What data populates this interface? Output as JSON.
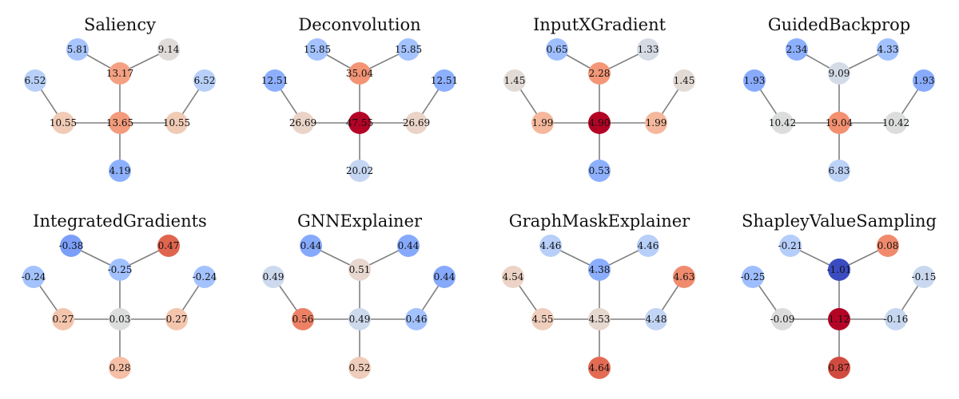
{
  "figure": {
    "panels": [
      {
        "title": "Saliency",
        "nodes": [
          {
            "label": "5.81",
            "color": "#a7c4fd"
          },
          {
            "label": "9.14",
            "color": "#dedbd9"
          },
          {
            "label": "6.52",
            "color": "#b8d0f9"
          },
          {
            "label": "13.17",
            "color": "#f4a183"
          },
          {
            "label": "6.52",
            "color": "#b8d0f9"
          },
          {
            "label": "10.55",
            "color": "#f0cbb6"
          },
          {
            "label": "13.65",
            "color": "#f39b7c"
          },
          {
            "label": "10.55",
            "color": "#f0cbb6"
          },
          {
            "label": "4.19",
            "color": "#8db0fe"
          }
        ]
      },
      {
        "title": "Deconvolution",
        "nodes": [
          {
            "label": "15.85",
            "color": "#a3c2fe"
          },
          {
            "label": "15.85",
            "color": "#a3c2fe"
          },
          {
            "label": "12.51",
            "color": "#8caffe"
          },
          {
            "label": "35.04",
            "color": "#f39475"
          },
          {
            "label": "12.51",
            "color": "#8caffe"
          },
          {
            "label": "26.69",
            "color": "#ead4c8"
          },
          {
            "label": "47.55",
            "color": "#b40426"
          },
          {
            "label": "26.69",
            "color": "#ead4c8"
          },
          {
            "label": "20.02",
            "color": "#c5d6f2"
          }
        ]
      },
      {
        "title": "InputXGradient",
        "nodes": [
          {
            "label": "0.65",
            "color": "#9ebeff"
          },
          {
            "label": "1.33",
            "color": "#d5dbe5"
          },
          {
            "label": "1.45",
            "color": "#e2dad5"
          },
          {
            "label": "2.28",
            "color": "#f39778"
          },
          {
            "label": "1.45",
            "color": "#e2dad5"
          },
          {
            "label": "1.99",
            "color": "#f5b89c"
          },
          {
            "label": "4.90",
            "color": "#b40426"
          },
          {
            "label": "1.99",
            "color": "#f5b89c"
          },
          {
            "label": "0.53",
            "color": "#8db0fe"
          }
        ]
      },
      {
        "title": "GuidedBackprop",
        "nodes": [
          {
            "label": "2.34",
            "color": "#8caffe"
          },
          {
            "label": "4.33",
            "color": "#a2c1ff"
          },
          {
            "label": "1.93",
            "color": "#88abfd"
          },
          {
            "label": "9.09",
            "color": "#d3dbe7"
          },
          {
            "label": "1.93",
            "color": "#88abfd"
          },
          {
            "label": "10.42",
            "color": "#dcdddd"
          },
          {
            "label": "19.04",
            "color": "#f2906f"
          },
          {
            "label": "10.42",
            "color": "#dcdddd"
          },
          {
            "label": "6.83",
            "color": "#bcd2f7"
          }
        ]
      },
      {
        "title": "IntegratedGradients",
        "nodes": [
          {
            "label": "-0.38",
            "color": "#7b9ff9"
          },
          {
            "label": "0.47",
            "color": "#e0654f"
          },
          {
            "label": "-0.24",
            "color": "#a3c2fe"
          },
          {
            "label": "-0.25",
            "color": "#a1c0ff"
          },
          {
            "label": "-0.24",
            "color": "#a3c2fe"
          },
          {
            "label": "0.27",
            "color": "#f4c5ad"
          },
          {
            "label": "0.03",
            "color": "#dcdddd"
          },
          {
            "label": "0.27",
            "color": "#f4c5ad"
          },
          {
            "label": "0.28",
            "color": "#f6bfa6"
          }
        ]
      },
      {
        "title": "GNNExplainer",
        "nodes": [
          {
            "label": "0.44",
            "color": "#86a9fc"
          },
          {
            "label": "0.44",
            "color": "#86a9fc"
          },
          {
            "label": "0.49",
            "color": "#cdd9ec"
          },
          {
            "label": "0.51",
            "color": "#e7d7ce"
          },
          {
            "label": "0.44",
            "color": "#86a9fc"
          },
          {
            "label": "0.56",
            "color": "#ec8165"
          },
          {
            "label": "0.49",
            "color": "#cdd9ec"
          },
          {
            "label": "0.46",
            "color": "#a3c2fe"
          },
          {
            "label": "0.52",
            "color": "#f0cdbb"
          }
        ]
      },
      {
        "title": "GraphMaskExplainer",
        "nodes": [
          {
            "label": "4.46",
            "color": "#b7cff9"
          },
          {
            "label": "4.46",
            "color": "#b7cff9"
          },
          {
            "label": "4.54",
            "color": "#ecd3c5"
          },
          {
            "label": "4.38",
            "color": "#8badfd"
          },
          {
            "label": "4.63",
            "color": "#f08b6e"
          },
          {
            "label": "4.55",
            "color": "#efcebd"
          },
          {
            "label": "4.53",
            "color": "#e6d7cf"
          },
          {
            "label": "4.48",
            "color": "#c3d5f4"
          },
          {
            "label": "4.64",
            "color": "#e36b54"
          }
        ]
      },
      {
        "title": "ShapleyValueSampling",
        "nodes": [
          {
            "label": "-0.21",
            "color": "#b5cdfa"
          },
          {
            "label": "0.08",
            "color": "#f08a6c"
          },
          {
            "label": "-0.25",
            "color": "#9ebeff"
          },
          {
            "label": "-1.01",
            "color": "#3b4cc0"
          },
          {
            "label": "-0.15",
            "color": "#cad8ef"
          },
          {
            "label": "-0.09",
            "color": "#dddcdc"
          },
          {
            "label": "1.12",
            "color": "#b40426"
          },
          {
            "label": "-0.16",
            "color": "#c7d7f0"
          },
          {
            "label": "0.87",
            "color": "#d24b40"
          }
        ]
      }
    ]
  }
}
